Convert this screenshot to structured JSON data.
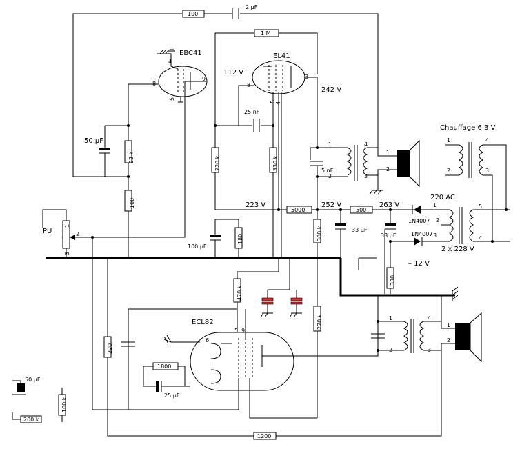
{
  "tubes": {
    "ebc41": "EBC41",
    "el41": "EL41",
    "ecl82": "ECL82"
  },
  "resistors": {
    "r100_top": "100",
    "r1m": "1 M",
    "r22k": "22 k",
    "r100_mid": "100",
    "r220k": "220 k",
    "r330k": "330 k",
    "r5000": "5000",
    "r500": "500",
    "r300k": "300 k",
    "r180": "180",
    "r330": "330",
    "r470k": "470 k",
    "r220k_b": "220 k",
    "r220": "220",
    "r1800": "1800",
    "r1200": "1200",
    "r100k": "100 k",
    "r200k": "200 k"
  },
  "capacitors": {
    "c2uf": "2 µF",
    "c50uf": "50 µF",
    "c25nf": "25 nF",
    "c5nf": "5 nF",
    "c33uf_a": "33 µF",
    "c33uf_b": "33 µF",
    "c100uf": "100 µF",
    "c25uf": "25 µF",
    "c50uf_legend": "50 µF"
  },
  "voltages": {
    "v112": "112 V",
    "v242": "242 V",
    "v223": "223 V",
    "v252": "252 V",
    "v263": "263 V",
    "vm12": "– 12 V"
  },
  "labels": {
    "pu": "PU",
    "chauffage": "Chauffage 6,3 V",
    "ac220": "220 AC",
    "ac228": "2 x 228 V",
    "diode1": "1N4007",
    "diode2": "1N4007"
  },
  "pins": {
    "p1": "1",
    "p2": "2",
    "p3": "3",
    "p4": "4",
    "p5": "5",
    "p8": "8",
    "p9": "9",
    "p6": "6"
  }
}
